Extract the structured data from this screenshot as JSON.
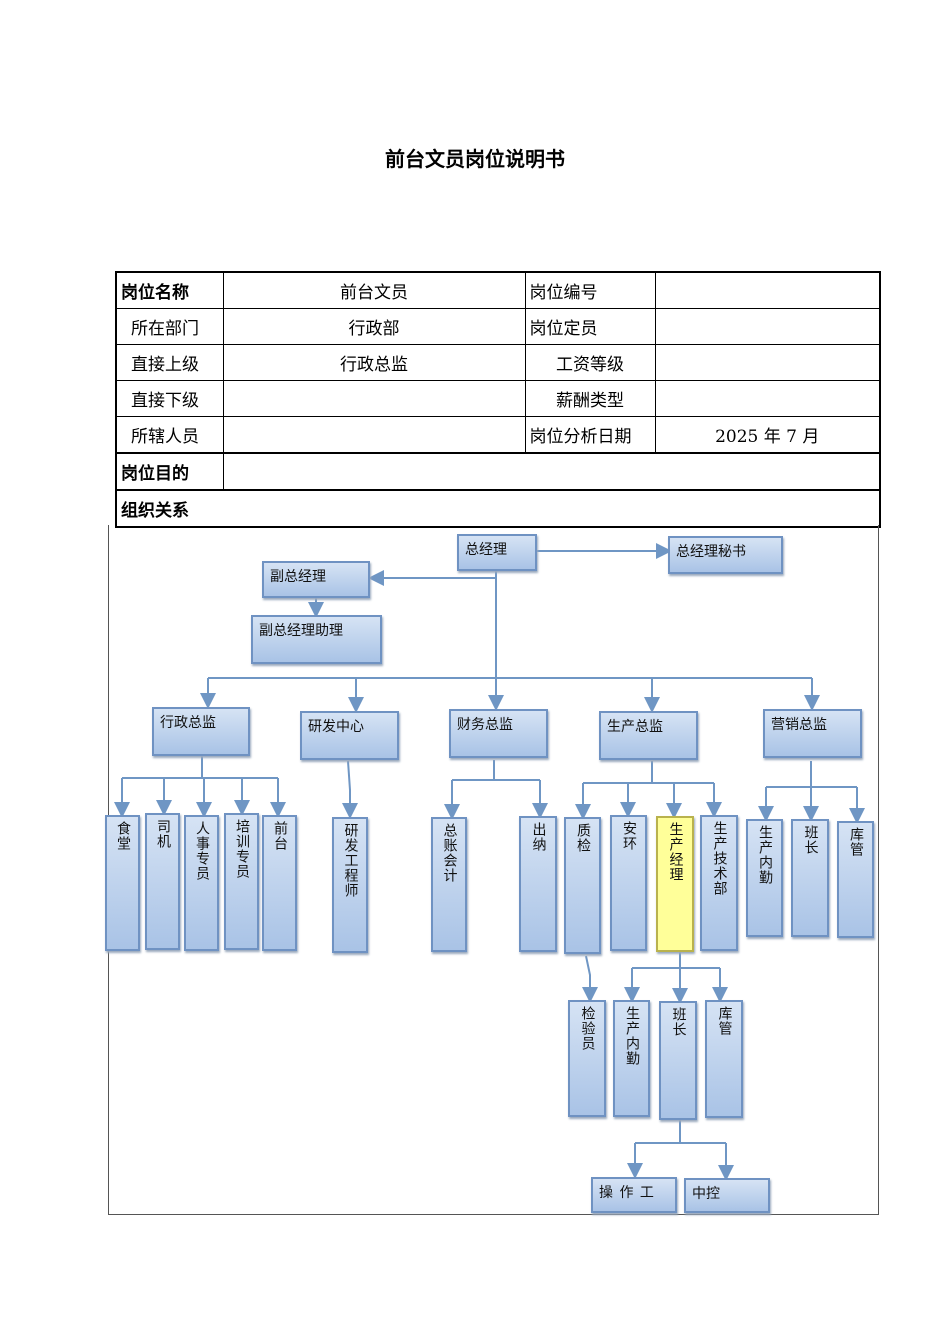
{
  "title": "前台文员岗位说明书",
  "info": {
    "r1": {
      "k1": "岗位名称",
      "v1": "前台文员",
      "k2": "岗位编号",
      "v2": ""
    },
    "r2": {
      "k1": "所在部门",
      "v1": "行政部",
      "k2": "岗位定员",
      "v2": ""
    },
    "r3": {
      "k1": "直接上级",
      "v1": "行政总监",
      "k2": "工资等级",
      "v2": ""
    },
    "r4": {
      "k1": "直接下级",
      "v1": "",
      "k2": "薪酬类型",
      "v2": ""
    },
    "r5": {
      "k1": "所辖人员",
      "v1": "",
      "k2": "岗位分析日期",
      "v2": "2025 年 7 月"
    },
    "purpose_label": "岗位目的",
    "purpose_value": "",
    "org_label": "组织关系"
  },
  "org": {
    "ceo": "总经理",
    "ceo_secretary": "总经理秘书",
    "vp": "副总经理",
    "vp_assistant": "副总经理助理",
    "admin": "行政总监",
    "rnd": "研发中心",
    "finance": "财务总监",
    "production": "生产总监",
    "sales": "营销总监",
    "canteen": "食堂",
    "driver": "司机",
    "hr": "人事专员",
    "training": "培训专员",
    "reception": "前台",
    "rd_engineer": "研发工程师",
    "ledger": "总账会计",
    "cashier": "出纳",
    "qc": "质检",
    "safety": "安环",
    "prod_manager": "生产经理",
    "tech": "生产技术部",
    "sales_clerk": "生产内勤",
    "sales_leader": "班长",
    "sales_store": "库管",
    "inspector": "检验员",
    "prod_clerk": "生产内勤",
    "leader": "班长",
    "store": "库管",
    "operator": "操 作 工",
    "control": "中控"
  }
}
